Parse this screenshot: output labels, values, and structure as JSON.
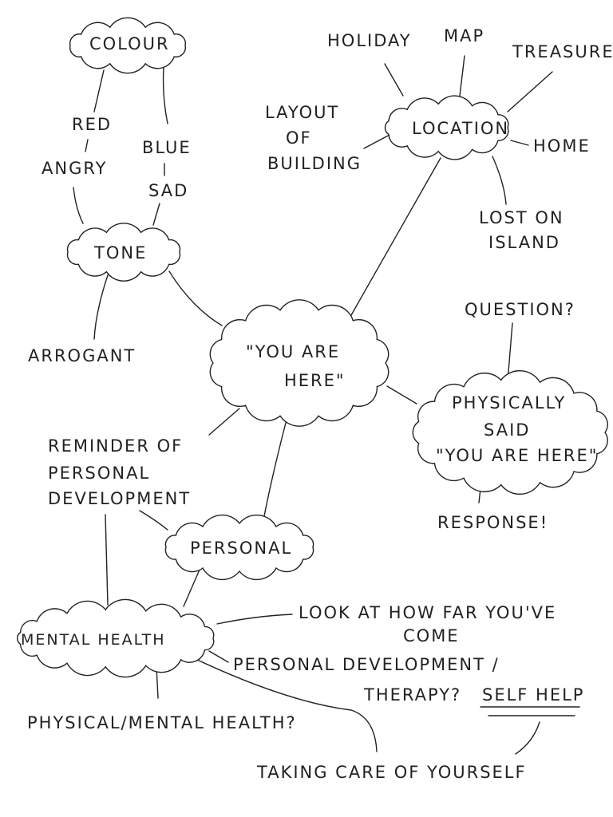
{
  "nodes": {
    "colour": "COLOUR",
    "red": "RED",
    "angry": "ANGRY",
    "blue": "BLUE",
    "sad": "SAD",
    "tone": "TONE",
    "arrogant": "ARROGANT",
    "you_are_here": [
      "\"YOU ARE",
      "HERE\""
    ],
    "location": "LOCATION",
    "holiday": "HOLIDAY",
    "map": "MAP",
    "treasure": "TREASURE",
    "layout_of_building": [
      "LAYOUT",
      "OF",
      "BUILDING"
    ],
    "home": "HOME",
    "lost_on_island": [
      "LOST ON",
      "ISLAND"
    ],
    "question": "QUESTION?",
    "physically_said": [
      "PHYSICALLY",
      "SAID",
      "\"YOU ARE HERE\""
    ],
    "response": "RESPONSE!",
    "reminder": [
      "REMINDER OF",
      "PERSONAL",
      "DEVELOPMENT"
    ],
    "personal": "PERSONAL",
    "mental_health": "MENTAL HEALTH",
    "look_at": [
      "LOOK AT HOW FAR YOU'VE",
      "COME"
    ],
    "personal_dev": [
      "PERSONAL DEVELOPMENT /",
      "THERAPY?"
    ],
    "self_help": "SELF HELP",
    "physical_mental": "PHYSICAL/MENTAL HEALTH?",
    "taking_care": "TAKING CARE OF YOURSELF"
  }
}
